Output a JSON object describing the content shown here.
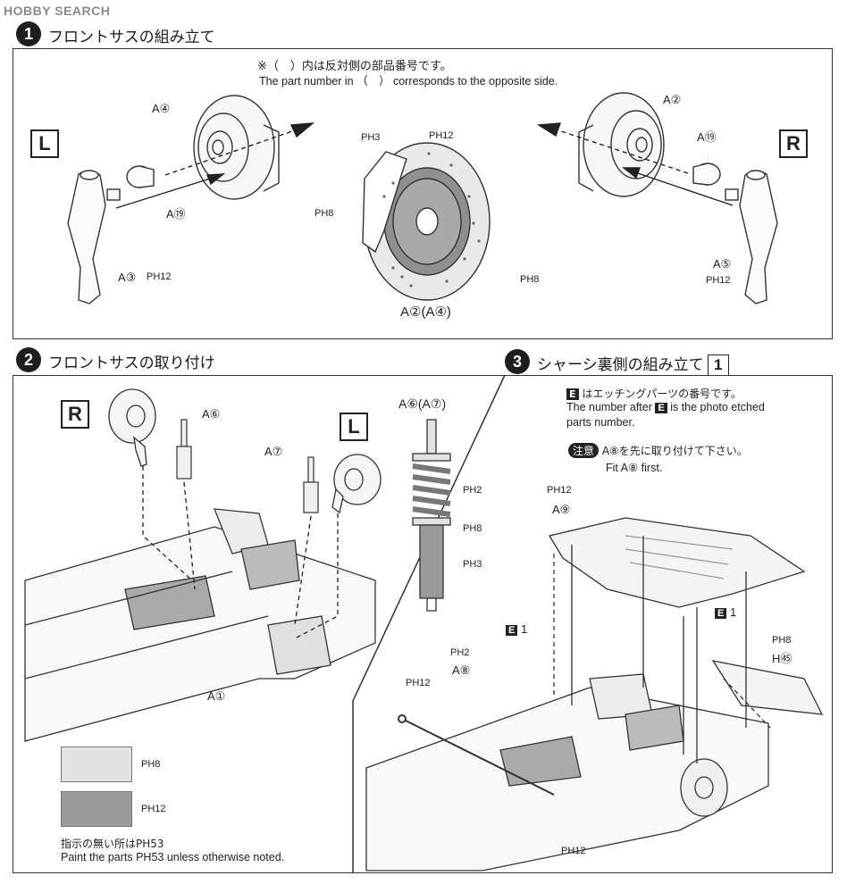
{
  "header": {
    "logo_main": "HOBBY SEARCH"
  },
  "steps": [
    {
      "number": "1",
      "title": "フロントサスの組み立て"
    },
    {
      "number": "2",
      "title": "フロントサスの取り付け"
    },
    {
      "number": "3",
      "title": "シャーシ裏側の組み立て",
      "ref": "1"
    }
  ],
  "step1": {
    "note_jp": "※（　）内は反対側の部品番号です。",
    "note_en": "The part number in （　） corresponds to the opposite side.",
    "left_side": "L",
    "right_side": "R",
    "labels": {
      "a4": "A④",
      "a19_left": "A⑲",
      "a3": "A③",
      "ph12_left": "PH12",
      "ph3": "PH3",
      "ph12_center": "PH12",
      "ph8_left": "PH8",
      "ph8_right": "PH8",
      "a2_a4": "A②(A④)",
      "a2": "A②",
      "a19_right": "A⑲",
      "a5": "A⑤",
      "ph12_right": "PH12"
    }
  },
  "step2": {
    "right_side": "R",
    "left_side": "L",
    "labels": {
      "a6": "A⑥",
      "a7": "A⑦",
      "a6_a7": "A⑥(A⑦)",
      "ph2": "PH2",
      "ph8": "PH8",
      "ph3": "PH3",
      "a1": "A①"
    },
    "legend": [
      {
        "label": "PH8",
        "color": "#e2e2e2"
      },
      {
        "label": "PH12",
        "color": "#9a9a9a"
      }
    ],
    "paint_note_jp": "指示の無い所はPH53",
    "paint_note_en": "Paint the parts PH53 unless otherwise noted."
  },
  "step3": {
    "etch_note_jp": "はエッチングパーツの番号です。",
    "etch_note_en1": "The number after",
    "etch_note_en2": "is the photo etched",
    "etch_note_en3": "parts  number.",
    "etch_mark": "E",
    "caution_tag": "注意",
    "caution_jp": "A⑧を先に取り付けて下さい。",
    "caution_en": "Fit A⑧ first.",
    "labels": {
      "ph12_top": "PH12",
      "a9": "A⑨",
      "e1_left": "1",
      "e1_right": "1",
      "ph2": "PH2",
      "a8": "A⑧",
      "ph12_mid": "PH12",
      "ph8": "PH8",
      "h45": "H㊺",
      "ph12_bottom": "PH12"
    }
  },
  "colors": {
    "light_gray": "#e2e2e2",
    "mid_gray": "#9a9a9a",
    "ink": "#222222"
  }
}
